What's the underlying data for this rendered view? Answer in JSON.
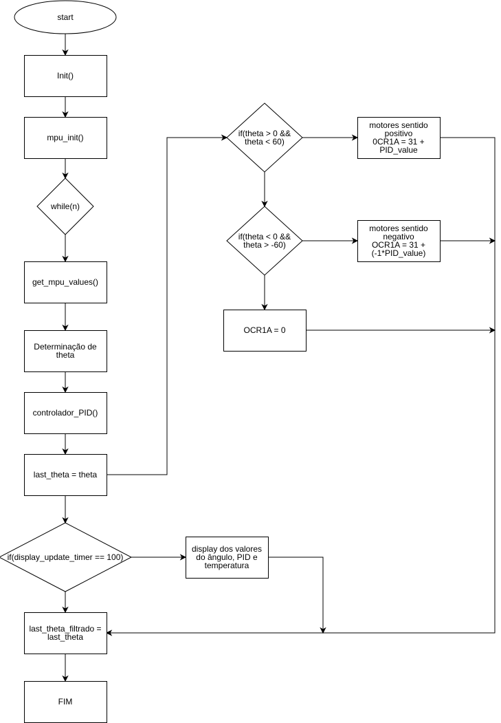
{
  "nodes": {
    "start": {
      "label": [
        "start"
      ]
    },
    "init": {
      "label": [
        "Init()"
      ]
    },
    "mpu_init": {
      "label": [
        "mpu_init()"
      ]
    },
    "while_n": {
      "label": [
        "while(n)"
      ]
    },
    "get_mpu_values": {
      "label": [
        "get_mpu_values()"
      ]
    },
    "determinacao": {
      "label": [
        "Determinação de",
        "theta"
      ]
    },
    "controlador_pid": {
      "label": [
        "controlador_PID()"
      ]
    },
    "last_theta": {
      "label": [
        "last_theta = theta"
      ]
    },
    "if_display": {
      "label": [
        "if(display_update_timer == 100)"
      ]
    },
    "last_theta_filtrado": {
      "label": [
        "last_theta_filtrado =",
        "last_theta"
      ]
    },
    "fim": {
      "label": [
        "FIM"
      ]
    },
    "if_pos": {
      "label": [
        "if(theta > 0 &&",
        "theta < 60)"
      ]
    },
    "if_neg": {
      "label": [
        "if(theta < 0 &&",
        "theta > -60)"
      ]
    },
    "ocr_zero": {
      "label": [
        "OCR1A = 0"
      ]
    },
    "motores_pos": {
      "label": [
        "motores sentido",
        "positivo",
        "0CR1A = 31 +",
        "PID_value"
      ]
    },
    "motores_neg": {
      "label": [
        "motores sentido",
        "negativo",
        "OCR1A = 31 +",
        "(-1*PID_value)"
      ]
    },
    "display_vals": {
      "label": [
        "display dos valores",
        "do ângulo, PID e",
        "temperatura"
      ]
    }
  }
}
